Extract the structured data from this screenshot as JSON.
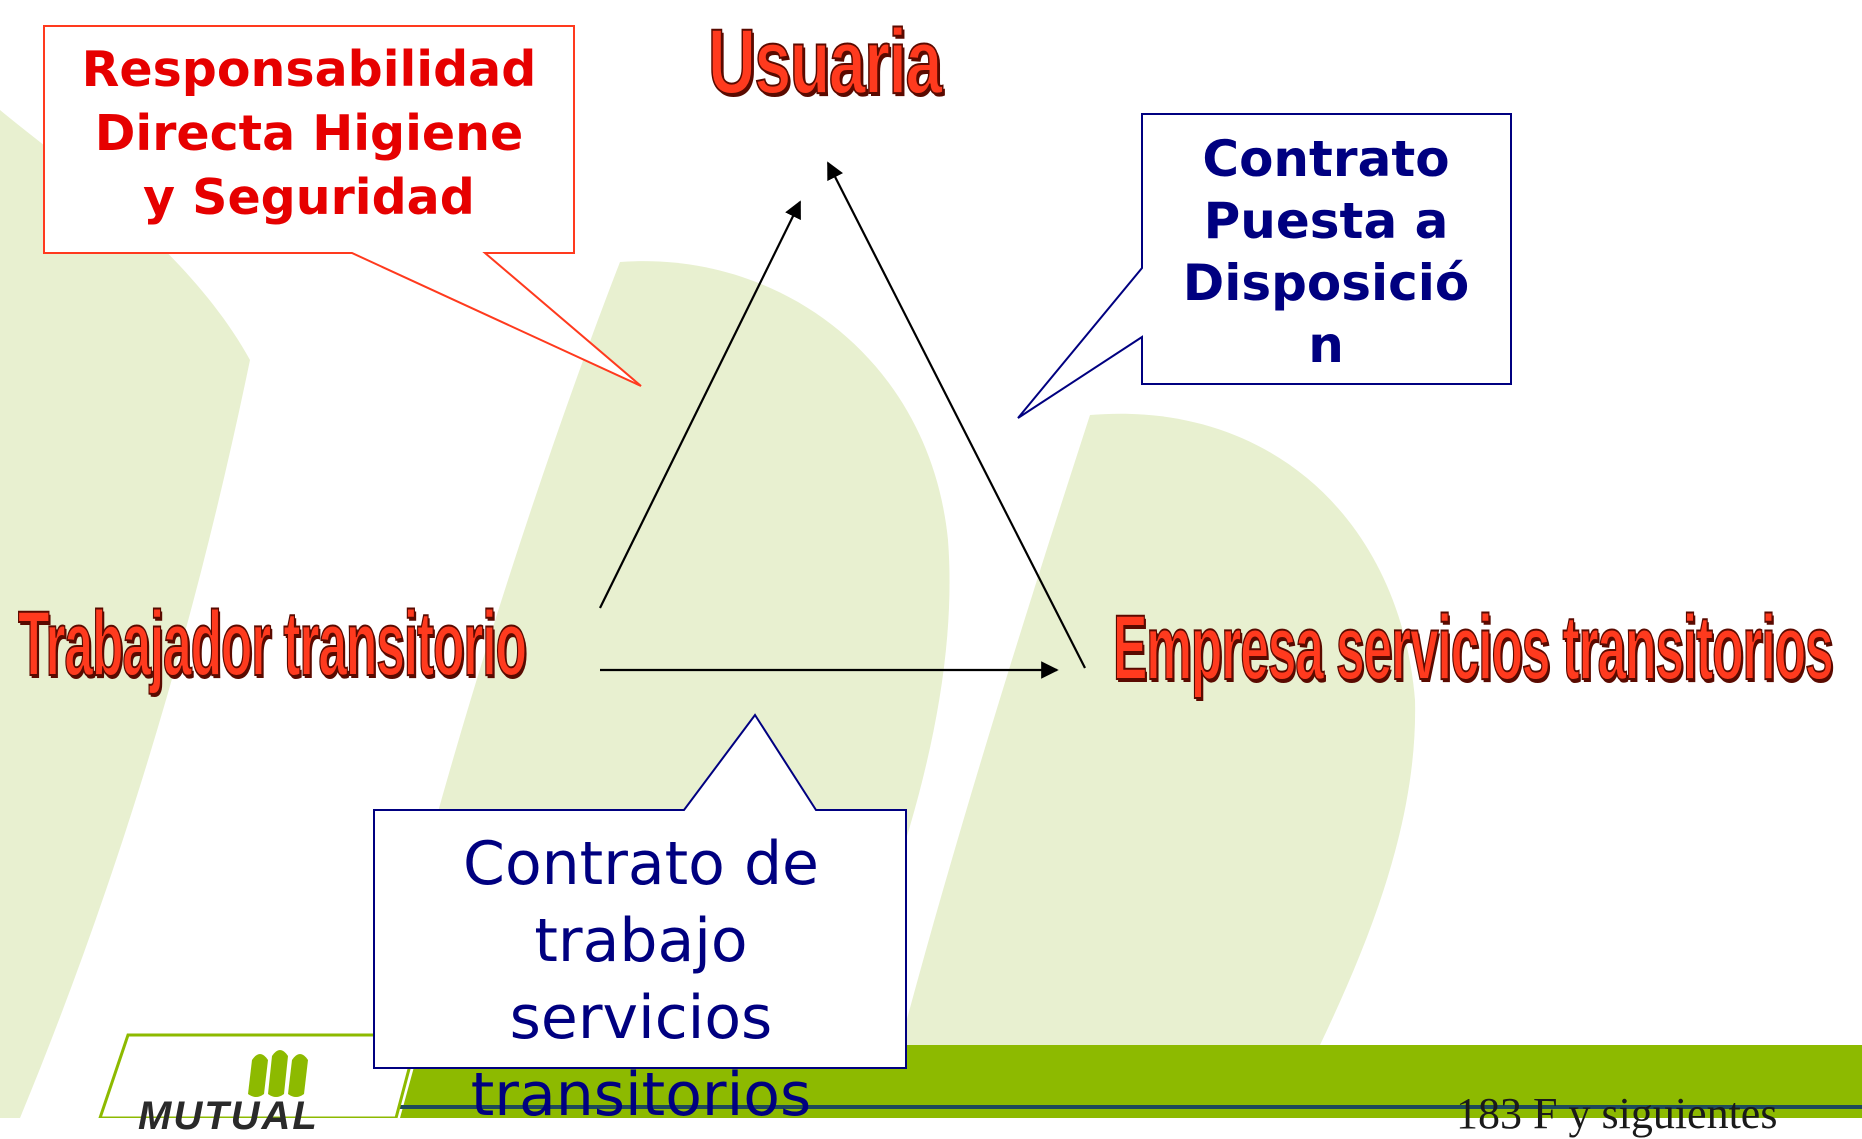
{
  "diagram": {
    "nodes": {
      "usuaria": "Usuaria",
      "trabajador": "Trabajador transitorio",
      "empresa": "Empresa servicios transitorios"
    },
    "callouts": {
      "responsabilidad": [
        "Responsabilidad",
        "Directa Higiene",
        "y Seguridad"
      ],
      "puesta": [
        "Contrato",
        "Puesta a",
        "Disposició",
        "n"
      ],
      "contrato_trabajo": [
        "Contrato de",
        "trabajo",
        "servicios",
        "transitorios"
      ]
    },
    "edges": [
      {
        "from": "trabajador",
        "to": "usuaria"
      },
      {
        "from": "empresa",
        "to": "usuaria"
      },
      {
        "from": "trabajador",
        "to": "empresa"
      }
    ]
  },
  "footer": {
    "logo": "MUTUAL",
    "page_ref": "183 F y siguientes"
  },
  "colors": {
    "background_shape": "#e8f0d0",
    "footer_band": "#8dba00",
    "footer_rule": "#1e4a5a",
    "title_fill": "#ff3a1e",
    "red_text": "#e60000",
    "navy_text": "#000080"
  }
}
